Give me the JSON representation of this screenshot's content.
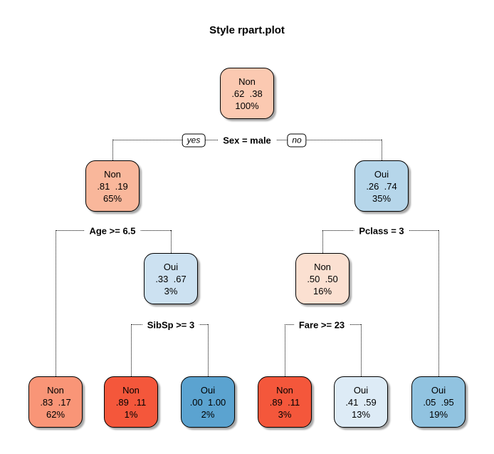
{
  "title": "Style rpart.plot",
  "branch_labels": {
    "yes": "yes",
    "no": "no"
  },
  "splits": {
    "sex": "Sex = male",
    "age": "Age >= 6.5",
    "pclass": "Pclass = 3",
    "sibsp": "SibSp >= 3",
    "fare": "Fare >= 23"
  },
  "nodes": {
    "root": {
      "class": "Non",
      "probs": ".62  .38",
      "pct": "100%",
      "fill": "#FBC9B1"
    },
    "male": {
      "class": "Non",
      "probs": ".81  .19",
      "pct": "65%",
      "fill": "#F9B79B"
    },
    "female": {
      "class": "Oui",
      "probs": ".26  .74",
      "pct": "35%",
      "fill": "#B6D6EA"
    },
    "male_young": {
      "class": "Oui",
      "probs": ".33  .67",
      "pct": "3%",
      "fill": "#CCE1F1"
    },
    "female_pclass3": {
      "class": "Non",
      "probs": ".50  .50",
      "pct": "16%",
      "fill": "#FBE0D1"
    },
    "leaf_male_older": {
      "class": "Non",
      "probs": ".83  .17",
      "pct": "62%",
      "fill": "#F99577"
    },
    "leaf_sibsp_high": {
      "class": "Non",
      "probs": ".89  .11",
      "pct": "1%",
      "fill": "#F4573B"
    },
    "leaf_sibsp_low": {
      "class": "Oui",
      "probs": ".00  1.00",
      "pct": "2%",
      "fill": "#5BA3D0"
    },
    "leaf_fare_high": {
      "class": "Non",
      "probs": ".89  .11",
      "pct": "3%",
      "fill": "#F4573B"
    },
    "leaf_fare_low": {
      "class": "Oui",
      "probs": ".41  .59",
      "pct": "13%",
      "fill": "#DDEBF6"
    },
    "leaf_class12": {
      "class": "Oui",
      "probs": ".05  .95",
      "pct": "19%",
      "fill": "#91C3E0"
    }
  }
}
